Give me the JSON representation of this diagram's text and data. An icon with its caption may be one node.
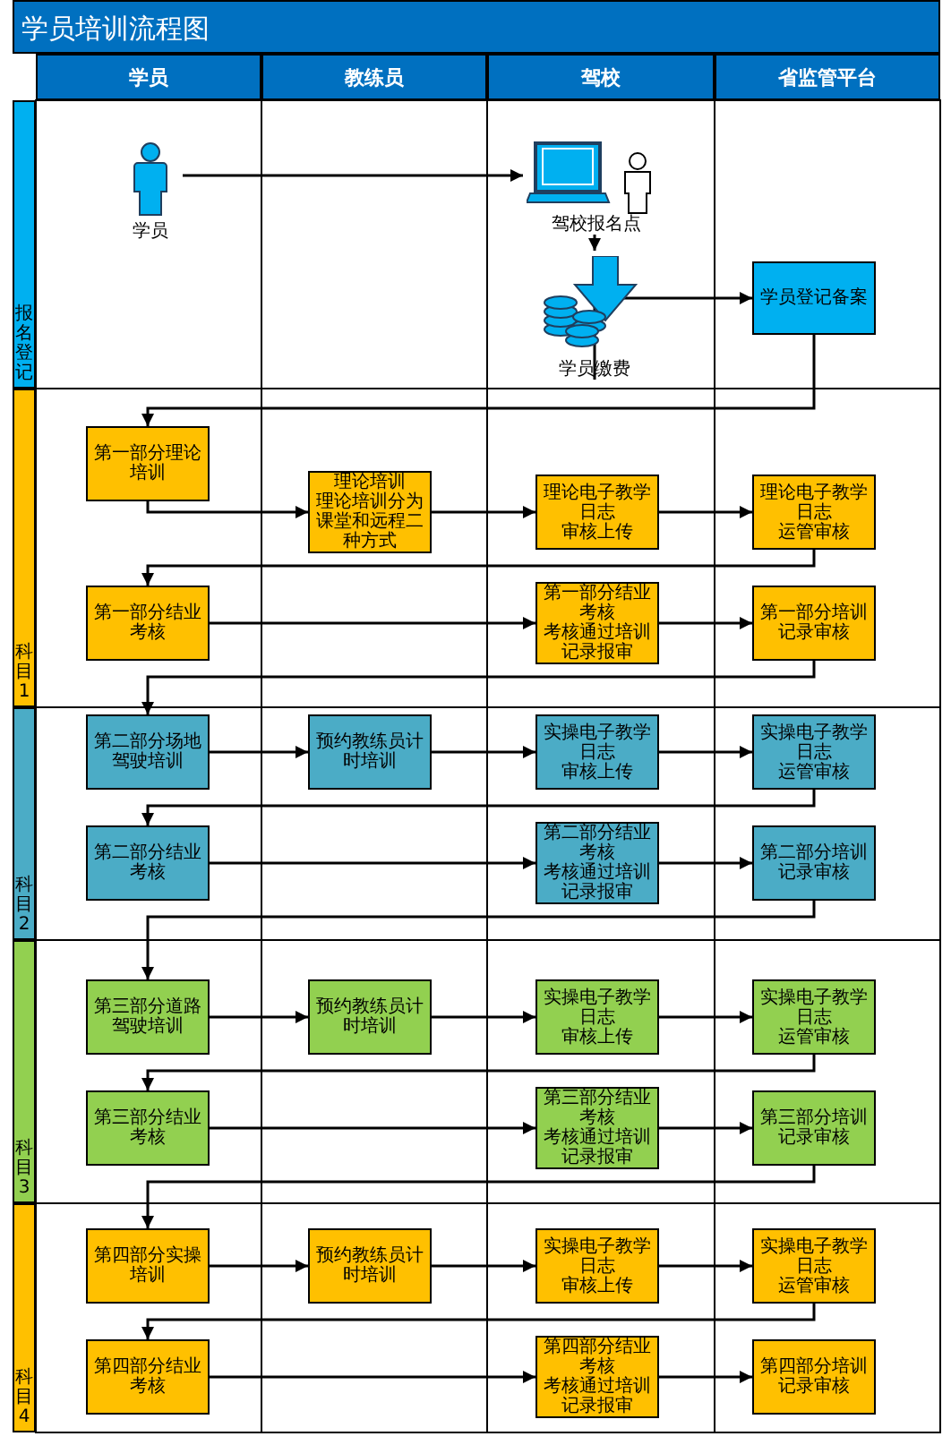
{
  "diagram": {
    "title": "学员培训流程图",
    "nodes": [
      {
        "text": [
          "学员"
        ]
      },
      {
        "text": [
          "教练员"
        ]
      },
      {
        "text": [
          "驾校"
        ]
      },
      {
        "text": [
          "省监管平台"
        ]
      },
      {
        "text": [
          "报名登记"
        ]
      },
      {
        "text": [
          "科目1"
        ]
      },
      {
        "text": [
          "科目2"
        ]
      },
      {
        "text": [
          "科目3"
        ]
      },
      {
        "text": [
          "科目4"
        ]
      },
      {
        "text": [
          "学员"
        ]
      },
      {
        "text": [
          "驾校报名点"
        ]
      },
      {
        "text": [
          "学员缴费"
        ]
      },
      {
        "text": [
          "学员登记备案"
        ]
      },
      {
        "text": [
          "第一部分理论培训"
        ]
      },
      {
        "text": [
          "理论培训",
          "理论培训分为课堂和远程二种方式"
        ]
      },
      {
        "text": [
          "理论电子教学日志",
          "审核上传"
        ]
      },
      {
        "text": [
          "理论电子教学日志",
          "运管审核"
        ]
      },
      {
        "text": [
          "第一部分结业考核"
        ]
      },
      {
        "text": [
          "第一部分结业考核",
          "考核通过培训记录报审"
        ]
      },
      {
        "text": [
          "第一部分培训记录审核"
        ]
      },
      {
        "text": [
          "第二部分场地驾驶培训"
        ]
      },
      {
        "text": [
          "预约教练员计时培训"
        ]
      },
      {
        "text": [
          "实操电子教学日志",
          "审核上传"
        ]
      },
      {
        "text": [
          "实操电子教学日志",
          "运管审核"
        ]
      },
      {
        "text": [
          "第二部分结业考核"
        ]
      },
      {
        "text": [
          "第二部分结业考核",
          "考核通过培训记录报审"
        ]
      },
      {
        "text": [
          "第二部分培训记录审核"
        ]
      },
      {
        "text": [
          "第三部分道路驾驶培训"
        ]
      },
      {
        "text": [
          "预约教练员计时培训"
        ]
      },
      {
        "text": [
          "实操电子教学日志",
          "审核上传"
        ]
      },
      {
        "text": [
          "实操电子教学日志",
          "运管审核"
        ]
      },
      {
        "text": [
          "第三部分结业考核"
        ]
      },
      {
        "text": [
          "第三部分结业考核",
          "考核通过培训记录报审"
        ]
      },
      {
        "text": [
          "第三部分培训记录审核"
        ]
      },
      {
        "text": [
          "第四部分实操培训"
        ]
      },
      {
        "text": [
          "预约教练员计时培训"
        ]
      },
      {
        "text": [
          "实操电子教学日志",
          "审核上传"
        ]
      },
      {
        "text": [
          "实操电子教学日志",
          "运管审核"
        ]
      },
      {
        "text": [
          "第四部分结业考核"
        ]
      },
      {
        "text": [
          "第四部分结业考核",
          "考核通过培训记录报审"
        ]
      },
      {
        "text": [
          "第四部分培训记录审核"
        ]
      }
    ],
    "edges": [
      {
        "from": 9,
        "to": 10,
        "arrow": "to"
      },
      {
        "from": 10,
        "to": 11,
        "arrow": "to"
      },
      {
        "from": 11,
        "to": 12,
        "arrow": "to"
      },
      {
        "from": 12,
        "to": 13,
        "arrow": "to"
      },
      {
        "from": 13,
        "to": 14,
        "arrow": "to"
      },
      {
        "from": 14,
        "to": 15,
        "arrow": "to"
      },
      {
        "from": 15,
        "to": 16,
        "arrow": "to"
      },
      {
        "from": 16,
        "to": 17,
        "arrow": "to"
      },
      {
        "from": 17,
        "to": 18,
        "arrow": "to"
      },
      {
        "from": 18,
        "to": 19,
        "arrow": "to"
      },
      {
        "from": 19,
        "to": 20,
        "arrow": "to"
      },
      {
        "from": 20,
        "to": 21,
        "arrow": "to"
      },
      {
        "from": 21,
        "to": 22,
        "arrow": "to"
      },
      {
        "from": 22,
        "to": 23,
        "arrow": "to"
      },
      {
        "from": 23,
        "to": 24,
        "arrow": "to"
      },
      {
        "from": 24,
        "to": 25,
        "arrow": "to"
      },
      {
        "from": 25,
        "to": 26,
        "arrow": "to"
      },
      {
        "from": 26,
        "to": 27,
        "arrow": "to"
      },
      {
        "from": 27,
        "to": 28,
        "arrow": "to"
      },
      {
        "from": 28,
        "to": 29,
        "arrow": "to"
      },
      {
        "from": 29,
        "to": 30,
        "arrow": "to"
      },
      {
        "from": 30,
        "to": 31,
        "arrow": "to"
      },
      {
        "from": 31,
        "to": 32,
        "arrow": "to"
      },
      {
        "from": 32,
        "to": 33,
        "arrow": "to"
      },
      {
        "from": 33,
        "to": 34,
        "arrow": "to"
      },
      {
        "from": 34,
        "to": 35,
        "arrow": "to"
      },
      {
        "from": 35,
        "to": 36,
        "arrow": "to"
      },
      {
        "from": 36,
        "to": 37,
        "arrow": "to"
      },
      {
        "from": 37,
        "to": 38,
        "arrow": "to"
      },
      {
        "from": 38,
        "to": 39,
        "arrow": "to"
      },
      {
        "from": 39,
        "to": 40,
        "arrow": "to"
      }
    ]
  }
}
